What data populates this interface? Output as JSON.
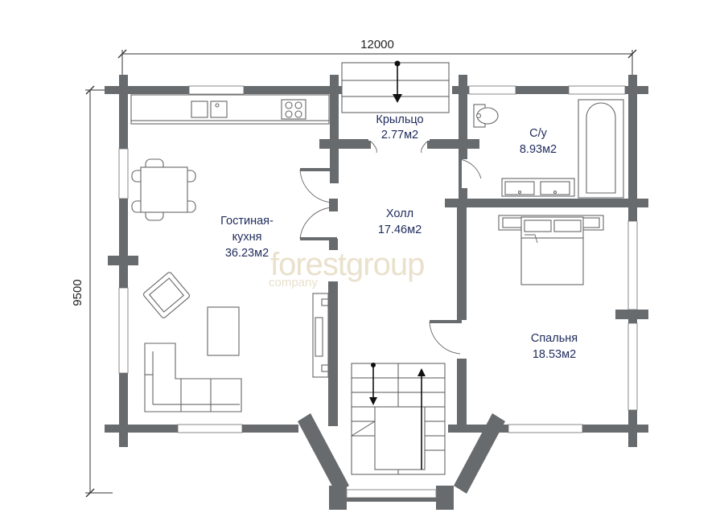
{
  "dimensions": {
    "width_label": "12000",
    "height_label": "9500"
  },
  "rooms": {
    "porch": {
      "name": "Крыльцо",
      "area": "2.77м2"
    },
    "bathroom": {
      "name": "С/у",
      "area": "8.93м2"
    },
    "hall": {
      "name": "Холл",
      "area": "17.46м2"
    },
    "living": {
      "name_line1": "Гостиная-",
      "name_line2": "кухня",
      "area": "36.23м2"
    },
    "bedroom": {
      "name": "Спальня",
      "area": "18.53м2"
    }
  },
  "watermark": {
    "brand": "forestgroup",
    "sub": "company"
  },
  "colors": {
    "wall": "#686b6d",
    "room_text": "#1f2a5c",
    "watermark": "#e9e1cc"
  },
  "icons": [
    "entrance-arrow-icon",
    "stair-down-arrow-icon",
    "stair-up-arrow-icon"
  ]
}
